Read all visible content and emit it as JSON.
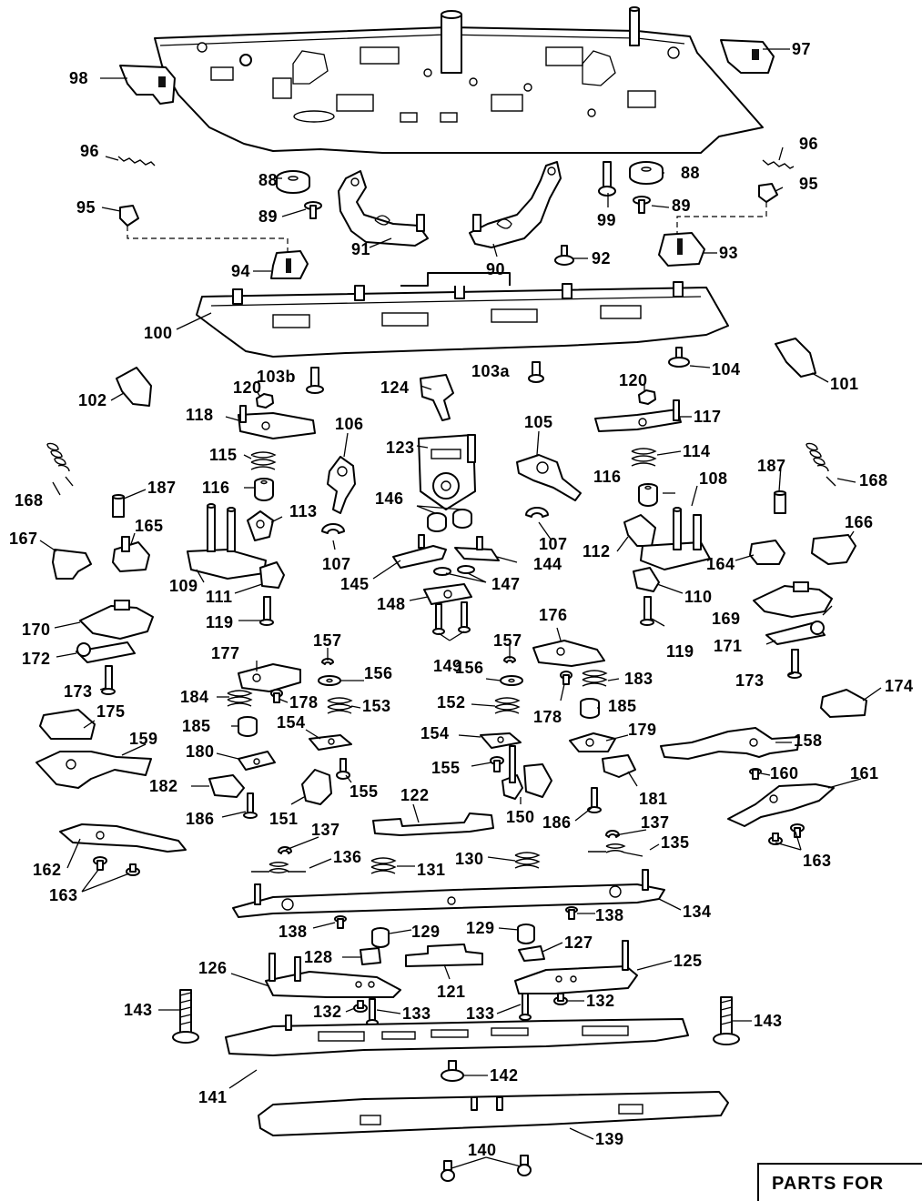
{
  "footer": {
    "title": "PARTS FOR"
  },
  "parts": [
    {
      "id": "98",
      "label": "98",
      "part": "bracket-98"
    },
    {
      "id": "97",
      "label": "97",
      "part": "bracket-97"
    },
    {
      "id": "96a",
      "label": "96",
      "part": "spring-96"
    },
    {
      "id": "96b",
      "label": "96",
      "part": "spring-96"
    },
    {
      "id": "95a",
      "label": "95",
      "part": "stopper-95"
    },
    {
      "id": "95b",
      "label": "95",
      "part": "stopper-95"
    },
    {
      "id": "88a",
      "label": "88",
      "part": "washer-88"
    },
    {
      "id": "88b",
      "label": "88",
      "part": "washer-88"
    },
    {
      "id": "89a",
      "label": "89",
      "part": "screw-89"
    },
    {
      "id": "89b",
      "label": "89",
      "part": "screw-89"
    },
    {
      "id": "99",
      "label": "99",
      "part": "screw-99"
    },
    {
      "id": "91",
      "label": "91",
      "part": "lever-91"
    },
    {
      "id": "90",
      "label": "90",
      "part": "lever-90"
    },
    {
      "id": "92",
      "label": "92",
      "part": "screw-92"
    },
    {
      "id": "93",
      "label": "93",
      "part": "holder-93"
    },
    {
      "id": "94",
      "label": "94",
      "part": "holder-94"
    },
    {
      "id": "100",
      "label": "100",
      "part": "chassis-100"
    },
    {
      "id": "104",
      "label": "104",
      "part": "screw-104"
    },
    {
      "id": "101",
      "label": "101",
      "part": "clip-101"
    },
    {
      "id": "102",
      "label": "102",
      "part": "clip-102"
    },
    {
      "id": "103b",
      "label": "103b",
      "part": "screw-103b"
    },
    {
      "id": "103a",
      "label": "103a",
      "part": "screw-103a"
    },
    {
      "id": "124",
      "label": "124",
      "part": "spring-plate-124"
    },
    {
      "id": "120a",
      "label": "120",
      "part": "nut-120"
    },
    {
      "id": "120b",
      "label": "120",
      "part": "nut-120"
    },
    {
      "id": "118",
      "label": "118",
      "part": "lever-118"
    },
    {
      "id": "117",
      "label": "117",
      "part": "lever-117"
    },
    {
      "id": "106",
      "label": "106",
      "part": "arm-106"
    },
    {
      "id": "105",
      "label": "105",
      "part": "arm-105"
    },
    {
      "id": "123",
      "label": "123",
      "part": "plate-123"
    },
    {
      "id": "115",
      "label": "115",
      "part": "spring-115"
    },
    {
      "id": "114",
      "label": "114",
      "part": "spring-114"
    },
    {
      "id": "116a",
      "label": "116",
      "part": "roller-116"
    },
    {
      "id": "116b",
      "label": "116",
      "part": "roller-116"
    },
    {
      "id": "108",
      "label": "108",
      "part": "bracket-108"
    },
    {
      "id": "187a",
      "label": "187",
      "part": "spacer-187"
    },
    {
      "id": "187b",
      "label": "187",
      "part": "spacer-187"
    },
    {
      "id": "168a",
      "label": "168",
      "part": "spring-168"
    },
    {
      "id": "168b",
      "label": "168",
      "part": "spring-168"
    },
    {
      "id": "113",
      "label": "113",
      "part": "arm-113"
    },
    {
      "id": "146",
      "label": "146",
      "part": "roller-146"
    },
    {
      "id": "165",
      "label": "165",
      "part": "clip-165"
    },
    {
      "id": "167",
      "label": "167",
      "part": "clip-167"
    },
    {
      "id": "107a",
      "label": "107",
      "part": "ring-107"
    },
    {
      "id": "107b",
      "label": "107",
      "part": "ring-107"
    },
    {
      "id": "112",
      "label": "112",
      "part": "lever-112"
    },
    {
      "id": "166",
      "label": "166",
      "part": "clip-166"
    },
    {
      "id": "164",
      "label": "164",
      "part": "clip-164"
    },
    {
      "id": "109",
      "label": "109",
      "part": "bracket-109"
    },
    {
      "id": "145",
      "label": "145",
      "part": "lever-145"
    },
    {
      "id": "144",
      "label": "144",
      "part": "lever-144"
    },
    {
      "id": "147",
      "label": "147",
      "part": "washer-147"
    },
    {
      "id": "111",
      "label": "111",
      "part": "arm-111"
    },
    {
      "id": "110",
      "label": "110",
      "part": "arm-110"
    },
    {
      "id": "148",
      "label": "148",
      "part": "plate-148"
    },
    {
      "id": "170",
      "label": "170",
      "part": "cam-170"
    },
    {
      "id": "169",
      "label": "169",
      "part": "cam-169"
    },
    {
      "id": "119a",
      "label": "119",
      "part": "screw-119"
    },
    {
      "id": "119b",
      "label": "119",
      "part": "screw-119"
    },
    {
      "id": "176",
      "label": "176",
      "part": "lever-176"
    },
    {
      "id": "149",
      "label": "149",
      "part": "screw-149"
    },
    {
      "id": "157a",
      "label": "157",
      "part": "ring-157"
    },
    {
      "id": "157b",
      "label": "157",
      "part": "ring-157"
    },
    {
      "id": "172",
      "label": "172",
      "part": "lever-172"
    },
    {
      "id": "171",
      "label": "171",
      "part": "lever-171"
    },
    {
      "id": "173a",
      "label": "173",
      "part": "screw-173"
    },
    {
      "id": "173b",
      "label": "173",
      "part": "screw-173"
    },
    {
      "id": "177",
      "label": "177",
      "part": "lever-177"
    },
    {
      "id": "156a",
      "label": "156",
      "part": "washer-156"
    },
    {
      "id": "156b",
      "label": "156",
      "part": "washer-156"
    },
    {
      "id": "183",
      "label": "183",
      "part": "spring-183"
    },
    {
      "id": "184",
      "label": "184",
      "part": "spring-184"
    },
    {
      "id": "178a",
      "label": "178",
      "part": "screw-178"
    },
    {
      "id": "178b",
      "label": "178",
      "part": "screw-178"
    },
    {
      "id": "153",
      "label": "153",
      "part": "spring-153"
    },
    {
      "id": "152",
      "label": "152",
      "part": "spring-152"
    },
    {
      "id": "185a",
      "label": "185",
      "part": "roller-185"
    },
    {
      "id": "185b",
      "label": "185",
      "part": "roller-185"
    },
    {
      "id": "174",
      "label": "174",
      "part": "clip-174"
    },
    {
      "id": "175",
      "label": "175",
      "part": "clip-175"
    },
    {
      "id": "159",
      "label": "159",
      "part": "lever-159"
    },
    {
      "id": "154a",
      "label": "154",
      "part": "plate-154"
    },
    {
      "id": "154b",
      "label": "154",
      "part": "plate-154"
    },
    {
      "id": "179",
      "label": "179",
      "part": "arm-179"
    },
    {
      "id": "158",
      "label": "158",
      "part": "lever-158"
    },
    {
      "id": "180",
      "label": "180",
      "part": "arm-180"
    },
    {
      "id": "155a",
      "label": "155",
      "part": "screw-155"
    },
    {
      "id": "155b",
      "label": "155",
      "part": "screw-155"
    },
    {
      "id": "160",
      "label": "160",
      "part": "screw-160"
    },
    {
      "id": "182",
      "label": "182",
      "part": "clip-182"
    },
    {
      "id": "181",
      "label": "181",
      "part": "clip-181"
    },
    {
      "id": "161",
      "label": "161",
      "part": "lever-161"
    },
    {
      "id": "186a",
      "label": "186",
      "part": "screw-186"
    },
    {
      "id": "186b",
      "label": "186",
      "part": "screw-186"
    },
    {
      "id": "151",
      "label": "151",
      "part": "gear-151"
    },
    {
      "id": "122",
      "label": "122",
      "part": "bracket-122"
    },
    {
      "id": "150",
      "label": "150",
      "part": "gear-150"
    },
    {
      "id": "137a",
      "label": "137",
      "part": "ring-137"
    },
    {
      "id": "137b",
      "label": "137",
      "part": "ring-137"
    },
    {
      "id": "162",
      "label": "162",
      "part": "lever-162"
    },
    {
      "id": "136",
      "label": "136",
      "part": "spring-136"
    },
    {
      "id": "135",
      "label": "135",
      "part": "spring-135"
    },
    {
      "id": "131",
      "label": "131",
      "part": "spring-131"
    },
    {
      "id": "130",
      "label": "130",
      "part": "spring-130"
    },
    {
      "id": "163a",
      "label": "163",
      "part": "screw-163"
    },
    {
      "id": "163b",
      "label": "163",
      "part": "screw-163"
    },
    {
      "id": "134",
      "label": "134",
      "part": "bar-134"
    },
    {
      "id": "138a",
      "label": "138",
      "part": "screw-138"
    },
    {
      "id": "138b",
      "label": "138",
      "part": "screw-138"
    },
    {
      "id": "129a",
      "label": "129",
      "part": "roller-129"
    },
    {
      "id": "129b",
      "label": "129",
      "part": "roller-129"
    },
    {
      "id": "128",
      "label": "128",
      "part": "clip-128"
    },
    {
      "id": "127",
      "label": "127",
      "part": "clip-127"
    },
    {
      "id": "126",
      "label": "126",
      "part": "lever-126"
    },
    {
      "id": "125",
      "label": "125",
      "part": "lever-125"
    },
    {
      "id": "121",
      "label": "121",
      "part": "bracket-121"
    },
    {
      "id": "143a",
      "label": "143",
      "part": "bolt-143"
    },
    {
      "id": "143b",
      "label": "143",
      "part": "bolt-143"
    },
    {
      "id": "132a",
      "label": "132",
      "part": "screw-132"
    },
    {
      "id": "132b",
      "label": "132",
      "part": "screw-132"
    },
    {
      "id": "133a",
      "label": "133",
      "part": "screw-133"
    },
    {
      "id": "133b",
      "label": "133",
      "part": "screw-133"
    },
    {
      "id": "142",
      "label": "142",
      "part": "screw-142"
    },
    {
      "id": "141",
      "label": "141",
      "part": "plate-141"
    },
    {
      "id": "139",
      "label": "139",
      "part": "rail-139"
    },
    {
      "id": "140",
      "label": "140",
      "part": "screw-140"
    }
  ]
}
